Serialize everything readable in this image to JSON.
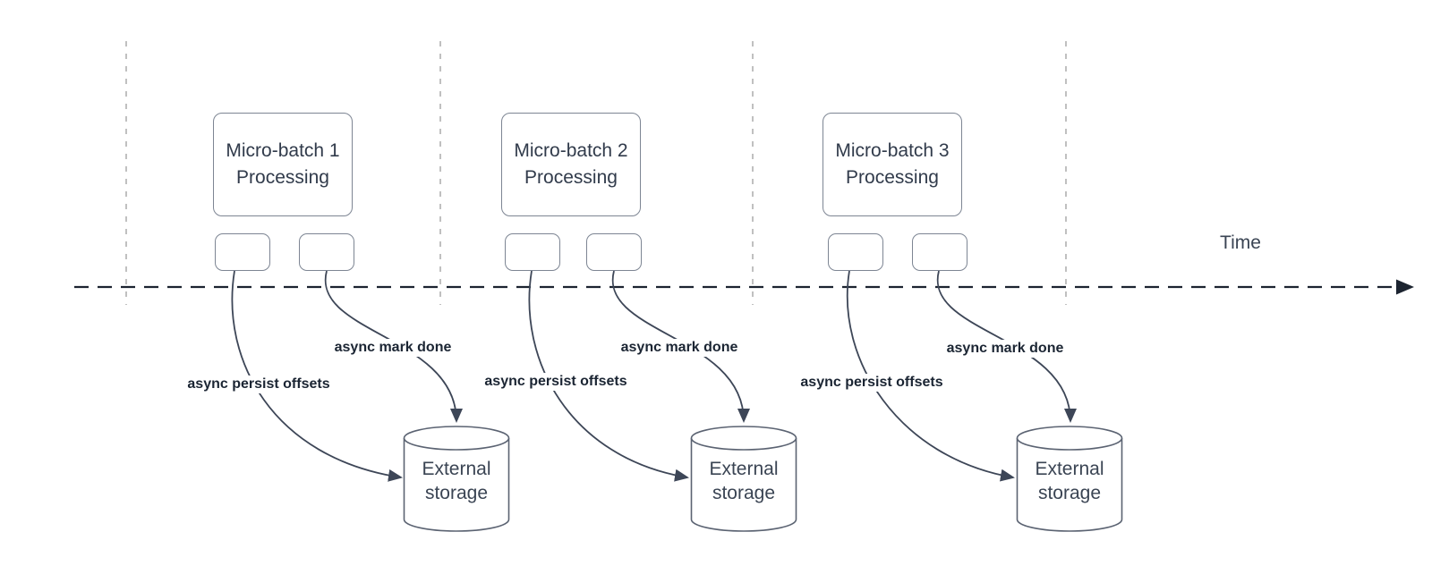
{
  "time_axis": {
    "label": "Time"
  },
  "batches": [
    {
      "title": "Micro-batch 1\nProcessing",
      "offsets_label": "async persist offsets",
      "done_label": "async mark done",
      "storage": "External\nstorage"
    },
    {
      "title": "Micro-batch 2\nProcessing",
      "offsets_label": "async persist offsets",
      "done_label": "async mark done",
      "storage": "External\nstorage"
    },
    {
      "title": "Micro-batch 3\nProcessing",
      "offsets_label": "async persist offsets",
      "done_label": "async mark done",
      "storage": "External\nstorage"
    }
  ],
  "colors": {
    "axis_line": "#1c2430",
    "arrow_curve": "#3d4657",
    "guide_line": "#b1b1b1",
    "box_border": "#7d8593",
    "box_text": "#313b4b",
    "label_text": "#1b2533",
    "background": "#ffffff"
  }
}
